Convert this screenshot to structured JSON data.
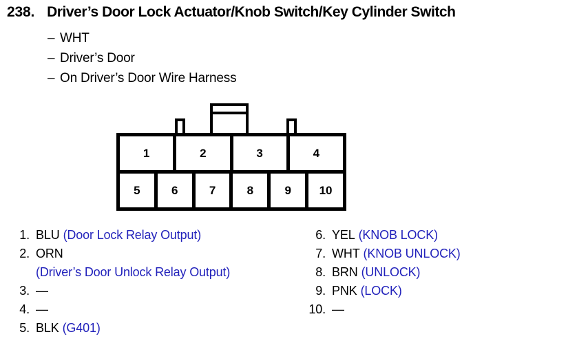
{
  "header": {
    "number": "238.",
    "title": "Driver’s Door Lock Actuator/Knob Switch/Key Cylinder Switch"
  },
  "sublines": [
    {
      "dash": "–",
      "text": "WHT"
    },
    {
      "dash": "–",
      "text": "Driver’s Door"
    },
    {
      "dash": "–",
      "text": "On Driver’s Door Wire Harness"
    }
  ],
  "connector": {
    "top_row": [
      "1",
      "2",
      "3",
      "4"
    ],
    "bottom_row": [
      "5",
      "6",
      "7",
      "8",
      "9",
      "10"
    ]
  },
  "colors": {
    "description_blue": "#2222bb",
    "outline_black": "#000000",
    "background": "#ffffff"
  },
  "pins_left": [
    {
      "num": "1.",
      "color": "BLU",
      "desc": "(Door Lock Relay Output)",
      "desc2": ""
    },
    {
      "num": "2.",
      "color": "ORN",
      "desc": "",
      "desc2": "(Driver’s Door Unlock Relay Output)"
    },
    {
      "num": "3.",
      "color": "—",
      "desc": "",
      "desc2": ""
    },
    {
      "num": "4.",
      "color": "—",
      "desc": "",
      "desc2": ""
    },
    {
      "num": "5.",
      "color": "BLK",
      "desc": "(G401)",
      "desc2": ""
    }
  ],
  "pins_right": [
    {
      "num": "6.",
      "color": "YEL",
      "desc": "(KNOB LOCK)",
      "desc2": ""
    },
    {
      "num": "7.",
      "color": "WHT",
      "desc": "(KNOB UNLOCK)",
      "desc2": ""
    },
    {
      "num": "8.",
      "color": "BRN",
      "desc": "(UNLOCK)",
      "desc2": ""
    },
    {
      "num": "9.",
      "color": "PNK",
      "desc": "(LOCK)",
      "desc2": ""
    },
    {
      "num": "10.",
      "color": "—",
      "desc": "",
      "desc2": ""
    }
  ]
}
